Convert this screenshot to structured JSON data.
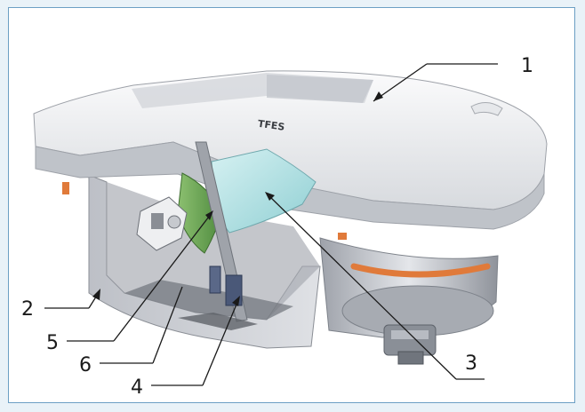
{
  "device": {
    "logo_text": "TFES"
  },
  "callouts": [
    {
      "id": "1",
      "label": "1"
    },
    {
      "id": "2",
      "label": "2"
    },
    {
      "id": "3",
      "label": "3"
    },
    {
      "id": "4",
      "label": "4"
    },
    {
      "id": "5",
      "label": "5"
    },
    {
      "id": "6",
      "label": "6"
    }
  ],
  "colors": {
    "frame_border": "#6c9fc4",
    "page_background": "#e9f2f8",
    "housing": "#c9ccd2",
    "lens_green": "#6ea85a",
    "reflector_blue": "#a9dde0",
    "orange_seal": "#e07a3a"
  }
}
